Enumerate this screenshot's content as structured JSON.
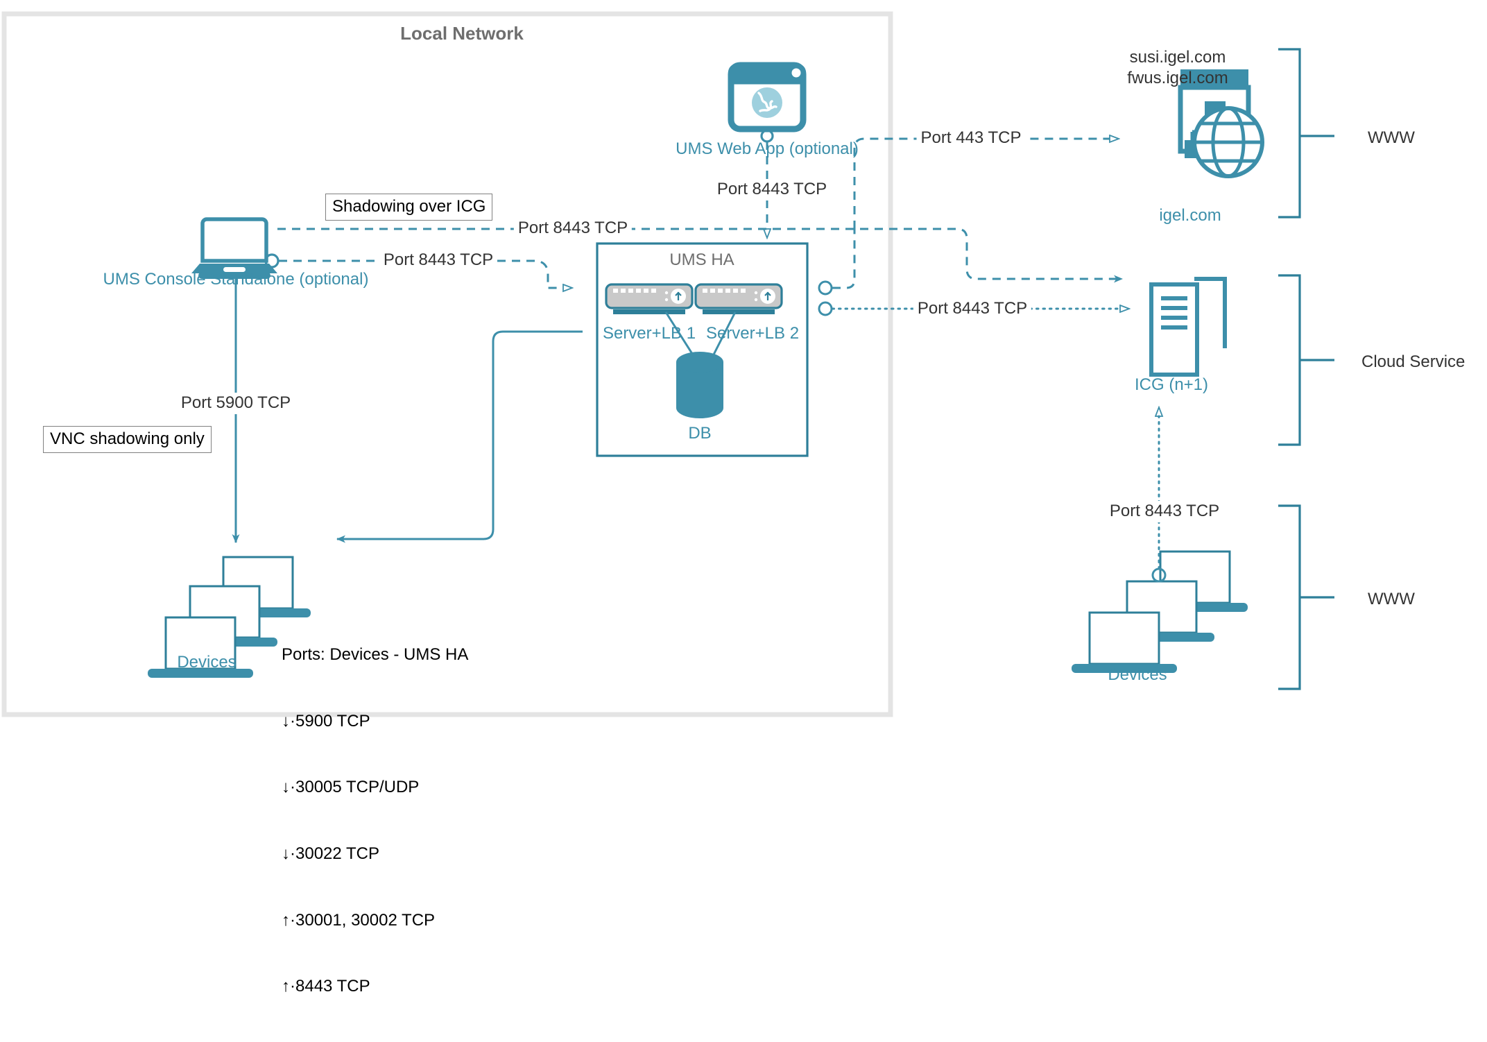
{
  "diagram": {
    "title": "Local Network",
    "colors": {
      "teal": "#3d8faa",
      "teal_dark": "#2e7f99",
      "gray_border": "#e4e4e4",
      "label_border": "#808080",
      "black_text": "#000000",
      "title_gray": "#6e6e6e",
      "device_gray": "#c9c9c9"
    }
  },
  "nodes": {
    "ums_web_app": {
      "label": "UMS Web App (optional)",
      "icon": "browser-globe-icon"
    },
    "ums_console": {
      "label": "UMS Console Standalone (optional)",
      "icon": "laptop-icon"
    },
    "ums_ha": {
      "label": "UMS HA",
      "server1": "Server+LB 1",
      "server2": "Server+LB 2",
      "db": "DB"
    },
    "igel_com": {
      "hosts_line1": "susi.igel.com",
      "hosts_line2": "fwus.igel.com",
      "label": "igel.com",
      "icon": "website-globe-icon"
    },
    "icg": {
      "label": "ICG (n+1)",
      "icon": "server-tower-icon"
    },
    "devices_left": {
      "label": "Devices",
      "icon": "laptop-stack-icon"
    },
    "devices_right": {
      "label": "Devices",
      "icon": "laptop-stack-icon"
    }
  },
  "connections": {
    "webapp_to_igel": "Port 443 TCP",
    "webapp_to_ha": "Port 8443 TCP",
    "console_shadowing_icg": "Port 8443 TCP",
    "console_to_ha": "Port 8443 TCP",
    "ha_to_icg": "Port 8443 TCP",
    "console_to_devices": "Port 5900 TCP",
    "devices_to_icg": "Port 8443 TCP"
  },
  "callouts": {
    "shadowing_over_icg": "Shadowing over ICG",
    "vnc_shadowing_only": "VNC shadowing only"
  },
  "ports_note": {
    "title": "Ports: Devices - UMS HA",
    "lines": [
      "↓·5900 TCP",
      "↓·30005 TCP/UDP",
      "↓·30022 TCP",
      "↑·30001, 30002 TCP",
      "↑·8443 TCP"
    ]
  },
  "zones": [
    {
      "label": "WWW"
    },
    {
      "label": "Cloud Service"
    },
    {
      "label": "WWW"
    }
  ]
}
